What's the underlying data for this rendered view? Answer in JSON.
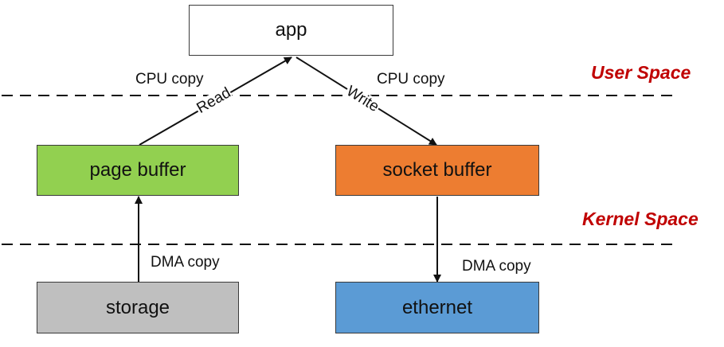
{
  "nodes": {
    "app": "app",
    "page_buffer": "page buffer",
    "socket_buffer": "socket buffer",
    "storage": "storage",
    "ethernet": "ethernet"
  },
  "zones": {
    "user_space": "User Space",
    "kernel_space": "Kernel Space"
  },
  "labels": {
    "cpu_copy_left": "CPU copy",
    "cpu_copy_right": "CPU copy",
    "dma_copy_left": "DMA copy",
    "dma_copy_right": "DMA copy",
    "read": "Read",
    "write": "Write"
  },
  "colors": {
    "app": "#ffffff",
    "page_buffer": "#92d050",
    "socket_buffer": "#ed7d31",
    "storage": "#bfbfbf",
    "ethernet": "#5b9bd5",
    "zone_text": "#c00000"
  }
}
